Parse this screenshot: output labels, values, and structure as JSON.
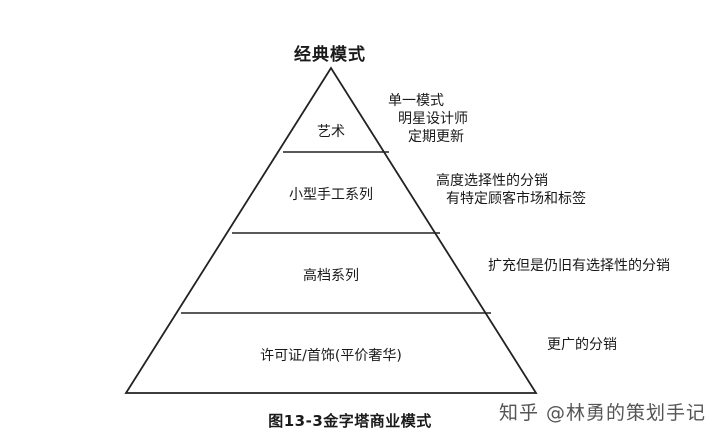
{
  "title": "经典模式",
  "layers": [
    {
      "label": "艺术",
      "notes": [
        "单一模式",
        "明星设计师",
        "定期更新"
      ]
    },
    {
      "label": "小型手工系列",
      "notes": [
        "高度选择性的分销",
        "有特定顾客市场和标签"
      ]
    },
    {
      "label": "高档系列",
      "notes": [
        "扩充但是仍旧有选择性的分销"
      ]
    },
    {
      "label": "许可证/首饰(平价奢华)",
      "notes": [
        "更广的分销"
      ]
    }
  ],
  "caption": "图13-3金字塔商业模式",
  "watermark": "知乎 @林勇的策划手记"
}
